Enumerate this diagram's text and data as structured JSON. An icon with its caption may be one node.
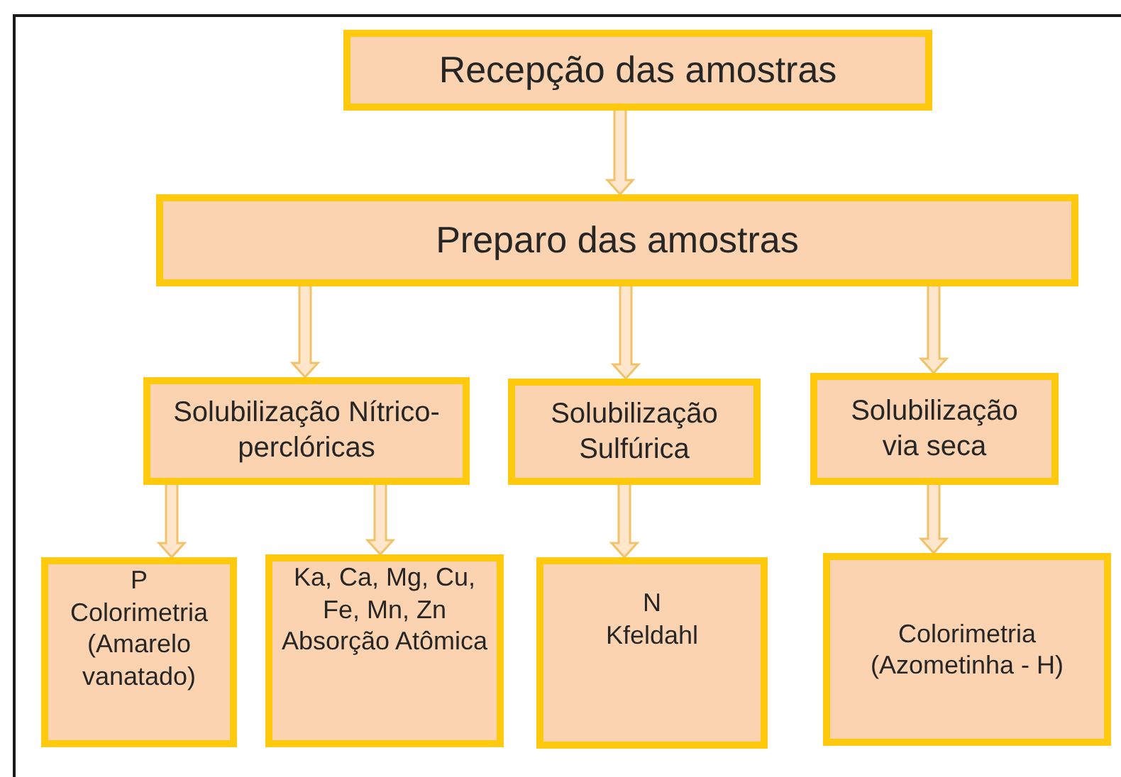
{
  "diagram": {
    "nodes": [
      {
        "text": [
          "Recepção das amostras"
        ]
      },
      {
        "text": [
          "Preparo das amostras"
        ]
      },
      {
        "text": [
          "Solubilização Nítrico-perclóricas"
        ]
      },
      {
        "text": [
          "Solubilização Sulfúrica"
        ]
      },
      {
        "text": [
          "Solubilização via seca"
        ]
      },
      {
        "text": [
          "P",
          "Colorimetria (Amarelo vanatado)"
        ]
      },
      {
        "text": [
          "Ka, Ca, Mg, Cu, Fe, Mn, Zn",
          "Absorção Atômica"
        ]
      },
      {
        "text": [
          "N",
          "Kfeldahl"
        ]
      },
      {
        "text": [
          "Colorimetria (Azometinha - H)"
        ]
      }
    ],
    "edges": [
      {
        "from": 0,
        "to": 1,
        "arrow": "to"
      },
      {
        "from": 1,
        "to": 2,
        "arrow": "to"
      },
      {
        "from": 1,
        "to": 3,
        "arrow": "to"
      },
      {
        "from": 1,
        "to": 4,
        "arrow": "to"
      },
      {
        "from": 2,
        "to": 5,
        "arrow": "to"
      },
      {
        "from": 2,
        "to": 6,
        "arrow": "to"
      },
      {
        "from": 3,
        "to": 7,
        "arrow": "to"
      },
      {
        "from": 4,
        "to": 8,
        "arrow": "to"
      }
    ]
  }
}
